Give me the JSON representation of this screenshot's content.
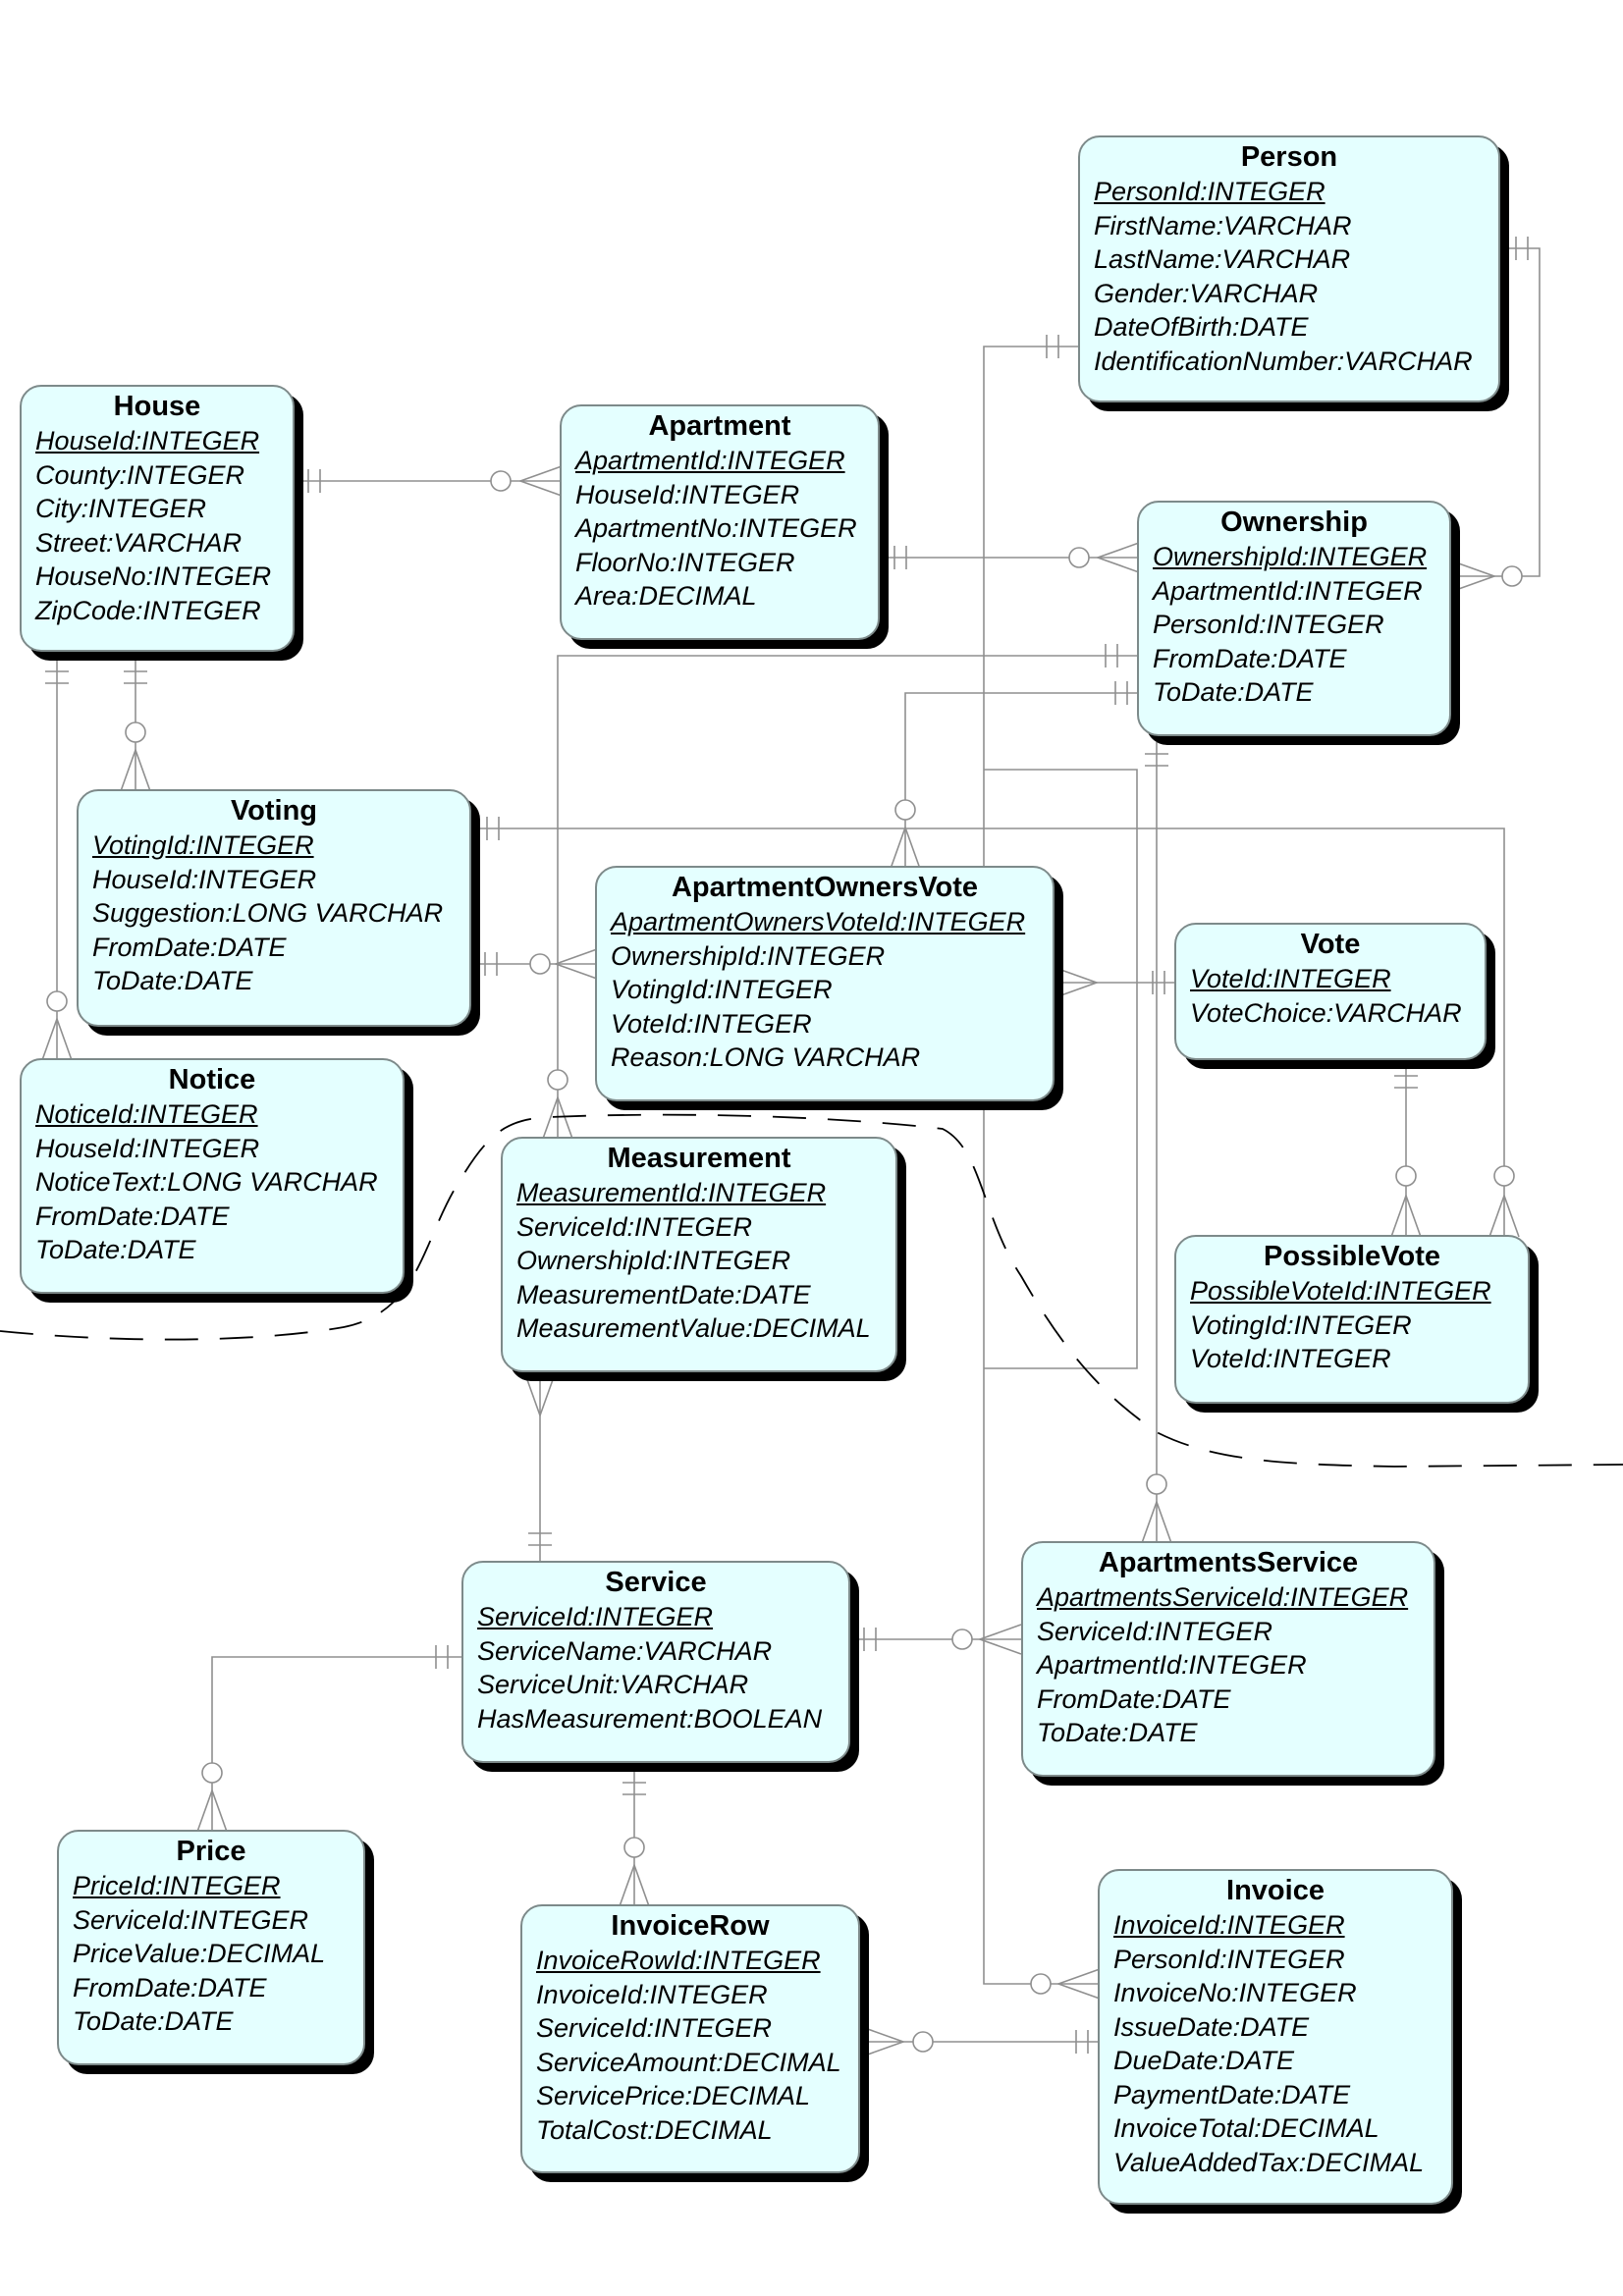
{
  "entities": [
    {
      "id": "person",
      "title": "Person",
      "attributes": [
        "PersonId:INTEGER",
        "FirstName:VARCHAR",
        "LastName:VARCHAR",
        "Gender:VARCHAR",
        "DateOfBirth:DATE",
        "IdentificationNumber:VARCHAR"
      ]
    },
    {
      "id": "house",
      "title": "House",
      "attributes": [
        "HouseId:INTEGER",
        "County:INTEGER",
        "City:INTEGER",
        "Street:VARCHAR",
        "HouseNo:INTEGER",
        "ZipCode:INTEGER"
      ]
    },
    {
      "id": "apartment",
      "title": "Apartment",
      "attributes": [
        "ApartmentId:INTEGER",
        "HouseId:INTEGER",
        "ApartmentNo:INTEGER",
        "FloorNo:INTEGER",
        "Area:DECIMAL"
      ]
    },
    {
      "id": "ownership",
      "title": "Ownership",
      "attributes": [
        "OwnershipId:INTEGER",
        "ApartmentId:INTEGER",
        "PersonId:INTEGER",
        "FromDate:DATE",
        "ToDate:DATE"
      ]
    },
    {
      "id": "voting",
      "title": "Voting",
      "attributes": [
        "VotingId:INTEGER",
        "HouseId:INTEGER",
        "Suggestion:LONG VARCHAR",
        "FromDate:DATE",
        "ToDate:DATE"
      ]
    },
    {
      "id": "aov",
      "title": "ApartmentOwnersVote",
      "attributes": [
        "ApartmentOwnersVoteId:INTEGER",
        "OwnershipId:INTEGER",
        "VotingId:INTEGER",
        "VoteId:INTEGER",
        "Reason:LONG VARCHAR"
      ]
    },
    {
      "id": "vote",
      "title": "Vote",
      "attributes": [
        "VoteId:INTEGER",
        "VoteChoice:VARCHAR"
      ]
    },
    {
      "id": "notice",
      "title": "Notice",
      "attributes": [
        "NoticeId:INTEGER",
        "HouseId:INTEGER",
        "NoticeText:LONG VARCHAR",
        "FromDate:DATE",
        "ToDate:DATE"
      ]
    },
    {
      "id": "measurement",
      "title": "Measurement",
      "attributes": [
        "MeasurementId:INTEGER",
        "ServiceId:INTEGER",
        "OwnershipId:INTEGER",
        "MeasurementDate:DATE",
        "MeasurementValue:DECIMAL"
      ]
    },
    {
      "id": "possiblevote",
      "title": "PossibleVote",
      "attributes": [
        "PossibleVoteId:INTEGER",
        "VotingId:INTEGER",
        "VoteId:INTEGER"
      ]
    },
    {
      "id": "service",
      "title": "Service",
      "attributes": [
        "ServiceId:INTEGER",
        "ServiceName:VARCHAR",
        "ServiceUnit:VARCHAR",
        "HasMeasurement:BOOLEAN"
      ]
    },
    {
      "id": "apartmentsservice",
      "title": "ApartmentsService",
      "attributes": [
        "ApartmentsServiceId:INTEGER",
        "ServiceId:INTEGER",
        "ApartmentId:INTEGER",
        "FromDate:DATE",
        "ToDate:DATE"
      ]
    },
    {
      "id": "price",
      "title": "Price",
      "attributes": [
        "PriceId:INTEGER",
        "ServiceId:INTEGER",
        "PriceValue:DECIMAL",
        "FromDate:DATE",
        "ToDate:DATE"
      ]
    },
    {
      "id": "invoicerow",
      "title": "InvoiceRow",
      "attributes": [
        "InvoiceRowId:INTEGER",
        "InvoiceId:INTEGER",
        "ServiceId:INTEGER",
        "ServiceAmount:DECIMAL",
        "ServicePrice:DECIMAL",
        "TotalCost:DECIMAL"
      ]
    },
    {
      "id": "invoice",
      "title": "Invoice",
      "attributes": [
        "InvoiceId:INTEGER",
        "PersonId:INTEGER",
        "InvoiceNo:INTEGER",
        "IssueDate:DATE",
        "DueDate:DATE",
        "PaymentDate:DATE",
        "InvoiceTotal:DECIMAL",
        "ValueAddedTax:DECIMAL"
      ]
    }
  ],
  "relationships": [
    {
      "from": "house",
      "to": "apartment",
      "from_end": "one",
      "to_end": "zero-or-many"
    },
    {
      "from": "apartment",
      "to": "ownership",
      "from_end": "one",
      "to_end": "zero-or-many"
    },
    {
      "from": "person",
      "to": "ownership",
      "from_end": "one",
      "to_end": "zero-or-many"
    },
    {
      "from": "person",
      "to": "invoice",
      "from_end": "one",
      "to_end": "zero-or-many"
    },
    {
      "from": "house",
      "to": "voting",
      "from_end": "one",
      "to_end": "zero-or-many"
    },
    {
      "from": "house",
      "to": "notice",
      "from_end": "one",
      "to_end": "zero-or-many"
    },
    {
      "from": "ownership",
      "to": "aov",
      "from_end": "one",
      "to_end": "zero-or-many"
    },
    {
      "from": "voting",
      "to": "aov",
      "from_end": "one",
      "to_end": "zero-or-many"
    },
    {
      "from": "vote",
      "to": "aov",
      "from_end": "one",
      "to_end": "many"
    },
    {
      "from": "voting",
      "to": "possiblevote",
      "from_end": "one",
      "to_end": "zero-or-many"
    },
    {
      "from": "vote",
      "to": "possiblevote",
      "from_end": "one",
      "to_end": "zero-or-many"
    },
    {
      "from": "ownership",
      "to": "measurement",
      "from_end": "one",
      "to_end": "zero-or-many"
    },
    {
      "from": "service",
      "to": "measurement",
      "from_end": "one",
      "to_end": "many"
    },
    {
      "from": "ownership",
      "to": "apartmentsservice",
      "from_end": "one",
      "to_end": "zero-or-many"
    },
    {
      "from": "service",
      "to": "apartmentsservice",
      "from_end": "one",
      "to_end": "zero-or-many"
    },
    {
      "from": "service",
      "to": "price",
      "from_end": "one",
      "to_end": "zero-or-many"
    },
    {
      "from": "service",
      "to": "invoicerow",
      "from_end": "one",
      "to_end": "zero-or-many"
    },
    {
      "from": "invoice",
      "to": "invoicerow",
      "from_end": "one",
      "to_end": "zero-or-many"
    }
  ]
}
